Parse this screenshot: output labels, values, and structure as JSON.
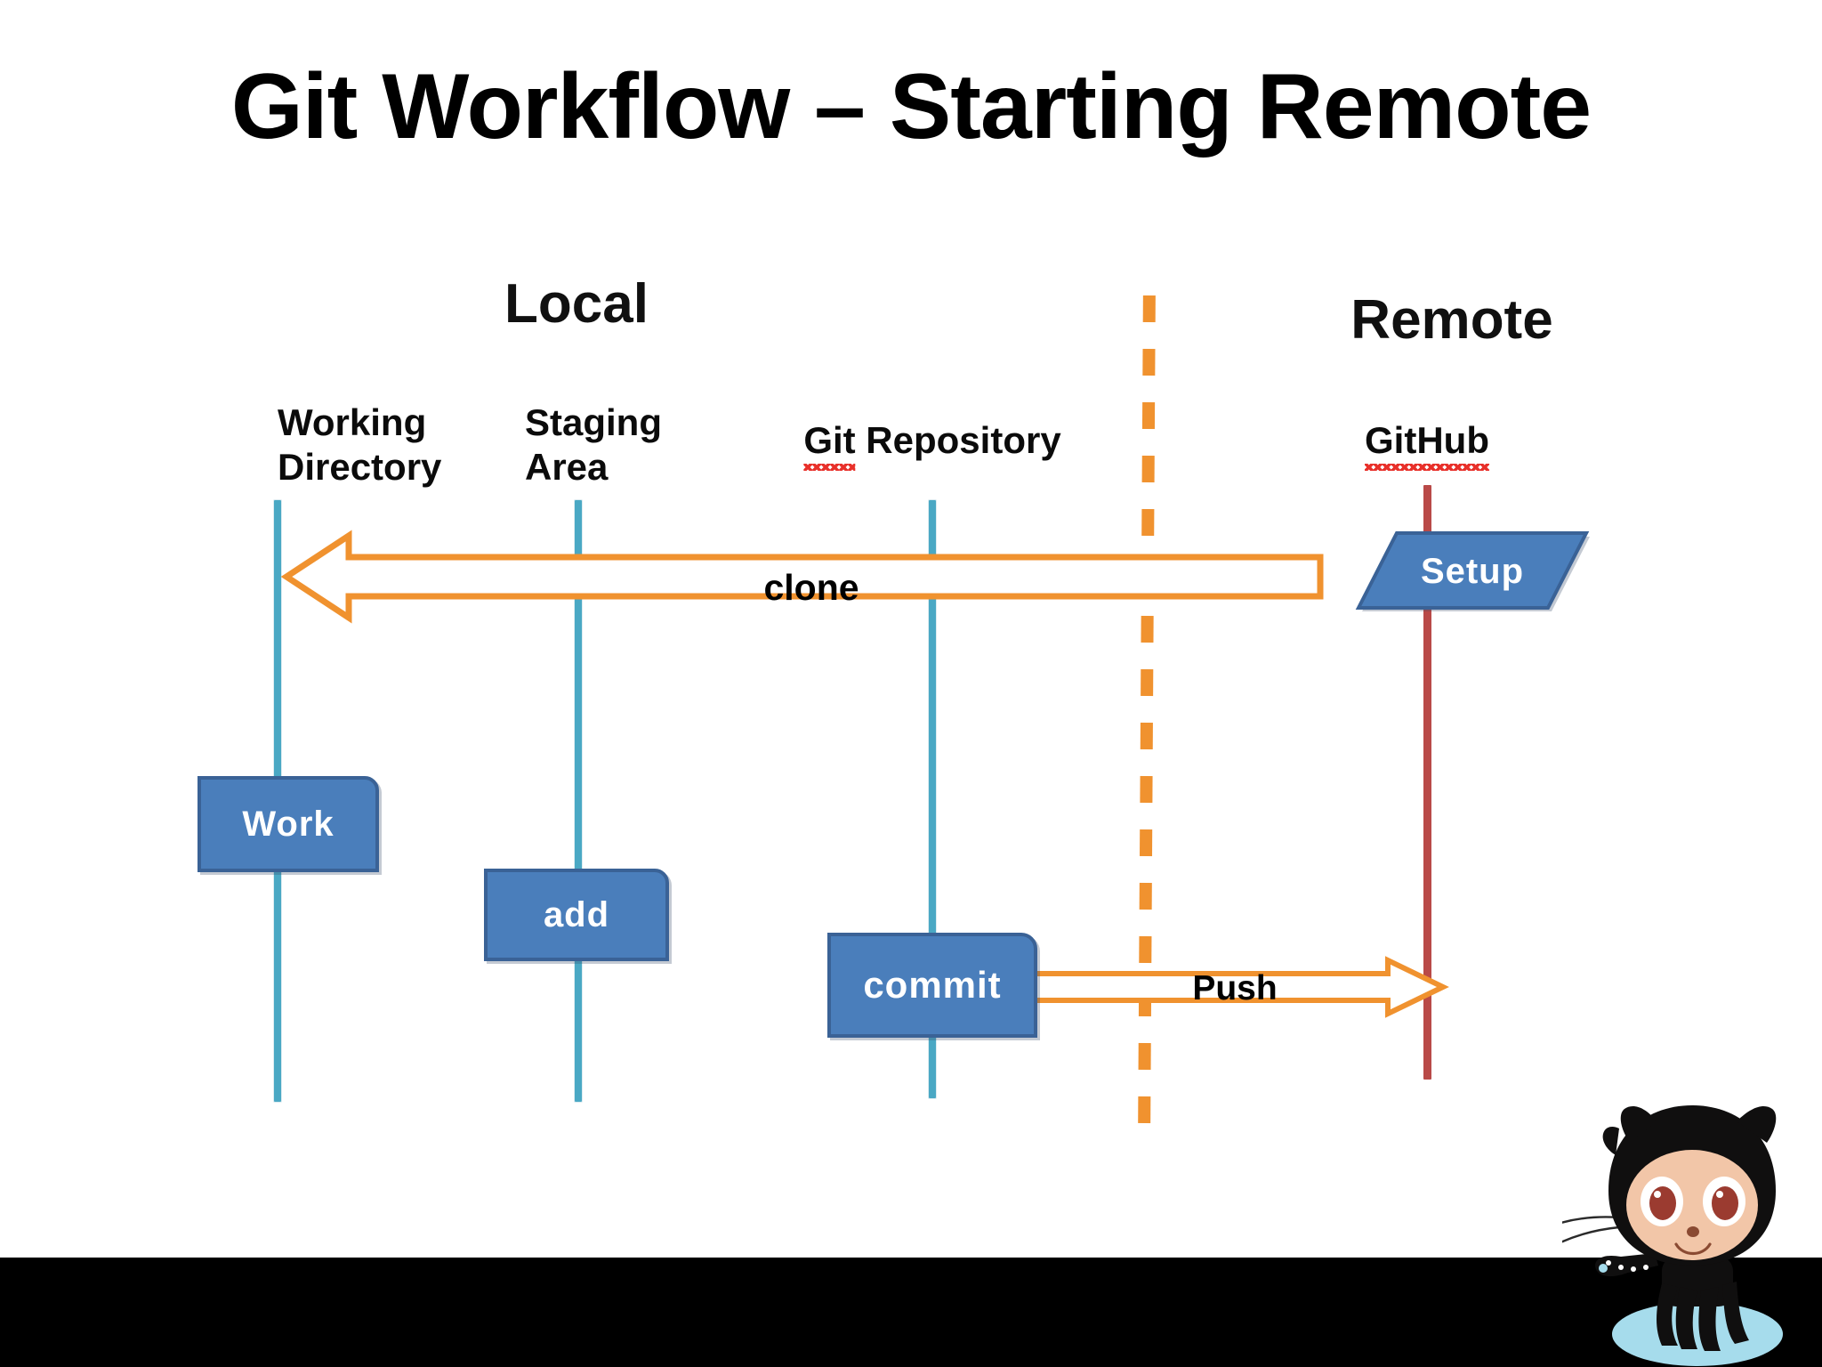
{
  "slide": {
    "title": "Git Workflow – Starting Remote",
    "background_color": "#ffffff",
    "bottom_band_color": "#000000"
  },
  "zones": [
    {
      "id": "local",
      "label": "Local"
    },
    {
      "id": "remote",
      "label": "Remote"
    }
  ],
  "lanes": [
    {
      "id": "working-directory",
      "label_line1": "Working",
      "label_line2": "Directory",
      "lifeline_color": "#4aa8c4"
    },
    {
      "id": "staging-area",
      "label_line1": "Staging",
      "label_line2": "Area",
      "lifeline_color": "#4aa8c4"
    },
    {
      "id": "git-repository",
      "label_part1": "Git",
      "label_part2": " Repository",
      "lifeline_color": "#4aa8c4",
      "spellcheck_underline": true
    },
    {
      "id": "github",
      "label": "GitHub",
      "lifeline_color": "#b94a48",
      "spellcheck_underline": true
    }
  ],
  "divider": {
    "name": "local-remote-divider",
    "style": "dashed",
    "color": "#f0922f"
  },
  "arrows": [
    {
      "id": "clone",
      "label": "clone",
      "direction": "left",
      "from": "github",
      "to": "working-directory",
      "color": "#f0922f",
      "fill": "#ffffff"
    },
    {
      "id": "push",
      "label": "Push",
      "direction": "right",
      "from": "git-repository",
      "to": "github",
      "color": "#f0922f",
      "fill": "#ffffff"
    }
  ],
  "shapes": [
    {
      "id": "setup",
      "label": "Setup",
      "shape": "parallelogram",
      "lane": "github",
      "fill": "#4a7ebb",
      "stroke": "#3a6296",
      "text_color": "#ffffff"
    },
    {
      "id": "work",
      "label": "Work",
      "shape": "rounded-box",
      "lane": "working-directory",
      "fill": "#4a7ebb",
      "stroke": "#3a6296",
      "text_color": "#ffffff"
    },
    {
      "id": "add",
      "label": "add",
      "shape": "rounded-box",
      "lane": "staging-area",
      "fill": "#4a7ebb",
      "stroke": "#3a6296",
      "text_color": "#ffffff"
    },
    {
      "id": "commit",
      "label": "commit",
      "shape": "rounded-box",
      "lane": "git-repository",
      "fill": "#4a7ebb",
      "stroke": "#3a6296",
      "text_color": "#ffffff"
    }
  ],
  "logo": {
    "name": "github-octocat-logo",
    "body_color": "#100f0f",
    "face_color": "#f2c6a8",
    "eye_color": "#9b3b30",
    "puddle_color": "#a6dcec"
  }
}
